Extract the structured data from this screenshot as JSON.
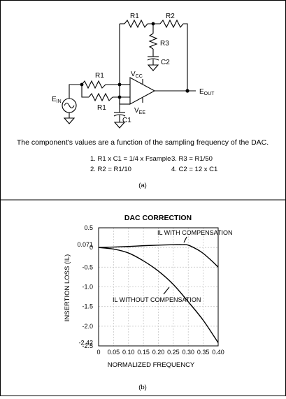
{
  "schematic": {
    "labels": {
      "r1_top": "R1",
      "r2_top": "R2",
      "r3": "R3",
      "c2": "C2",
      "r1_in": "R1",
      "r1_in2": "R1",
      "c1": "C1",
      "vcc_main": "V",
      "vcc_sub": "CC",
      "vee_main": "V",
      "vee_sub": "EE",
      "ein_main": "E",
      "ein_sub": "IN",
      "eout_main": "E",
      "eout_sub": "OUT"
    },
    "note": "The component's values are a function of the sampling frequency of the DAC.",
    "equations": [
      "1. R1 x C1 = 1/4 x Fsample",
      "2. R2 = R1/10",
      "3. R3 = R1/50",
      "4. C2 = 12 x C1"
    ],
    "caption": "(a)"
  },
  "chart_data": {
    "type": "line",
    "title": "DAC CORRECTION",
    "xlabel": "NORMALIZED FREQUENCY",
    "ylabel": "INSERTION LOSS (IL)",
    "xlim": [
      0,
      0.4
    ],
    "ylim": [
      -2.5,
      0.5
    ],
    "x_ticks": [
      "0",
      "0.05",
      "0.10",
      "0.15",
      "0.20",
      "0.25",
      "0.30",
      "0.35",
      "0.40"
    ],
    "x_tick_values": [
      0,
      0.05,
      0.1,
      0.15,
      0.2,
      0.25,
      0.3,
      0.35,
      0.4
    ],
    "y_ticks": [
      "0.5",
      "0.071",
      "0",
      "-0.5",
      "-1.0",
      "-1.5",
      "-2.0",
      "-2.42",
      "-2.5"
    ],
    "y_tick_values": [
      0.5,
      0.071,
      0,
      -0.5,
      -1.0,
      -1.5,
      -2.0,
      -2.42,
      -2.5
    ],
    "grid": true,
    "series": [
      {
        "name": "IL WITH COMPENSATION",
        "x": [
          0,
          0.05,
          0.1,
          0.15,
          0.2,
          0.25,
          0.28,
          0.3,
          0.33,
          0.35,
          0.38,
          0.4
        ],
        "y": [
          0,
          0.01,
          0.025,
          0.045,
          0.06,
          0.07,
          0.071,
          0.06,
          -0.05,
          -0.15,
          -0.35,
          -0.5
        ]
      },
      {
        "name": "IL WITHOUT COMPENSATION",
        "x": [
          0,
          0.05,
          0.1,
          0.15,
          0.2,
          0.25,
          0.3,
          0.35,
          0.4
        ],
        "y": [
          0,
          -0.04,
          -0.14,
          -0.34,
          -0.6,
          -0.94,
          -1.38,
          -1.85,
          -2.42
        ]
      }
    ],
    "caption": "(b)"
  }
}
